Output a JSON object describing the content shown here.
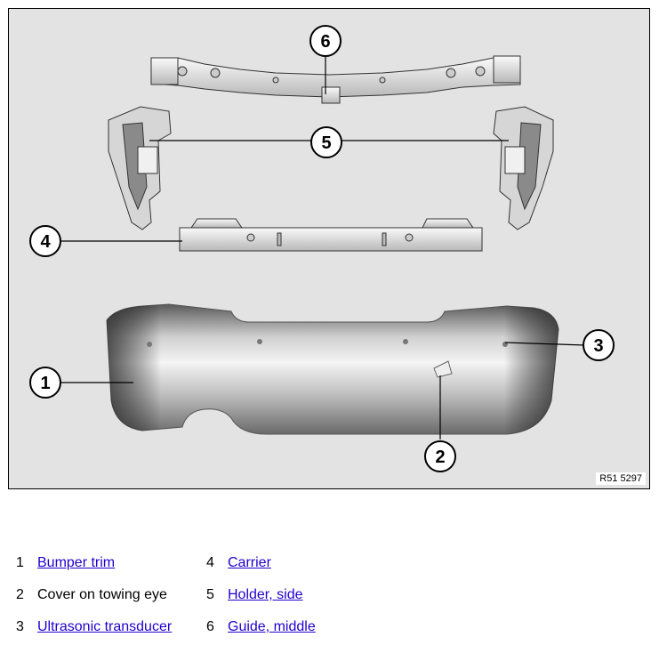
{
  "figure": {
    "reference_code": "R51 5297",
    "callouts": [
      "1",
      "2",
      "3",
      "4",
      "5",
      "6"
    ]
  },
  "legend": [
    {
      "number": "1",
      "label": "Bumper trim",
      "is_link": true
    },
    {
      "number": "2",
      "label": "Cover on towing eye",
      "is_link": false
    },
    {
      "number": "3",
      "label": "Ultrasonic transducer",
      "is_link": true
    },
    {
      "number": "4",
      "label": "Carrier",
      "is_link": true
    },
    {
      "number": "5",
      "label": "Holder, side",
      "is_link": true
    },
    {
      "number": "6",
      "label": "Guide, middle",
      "is_link": true
    }
  ],
  "colors": {
    "background": "#e3e3e3",
    "part": "#e6e6e6",
    "link": "#2200cc"
  }
}
